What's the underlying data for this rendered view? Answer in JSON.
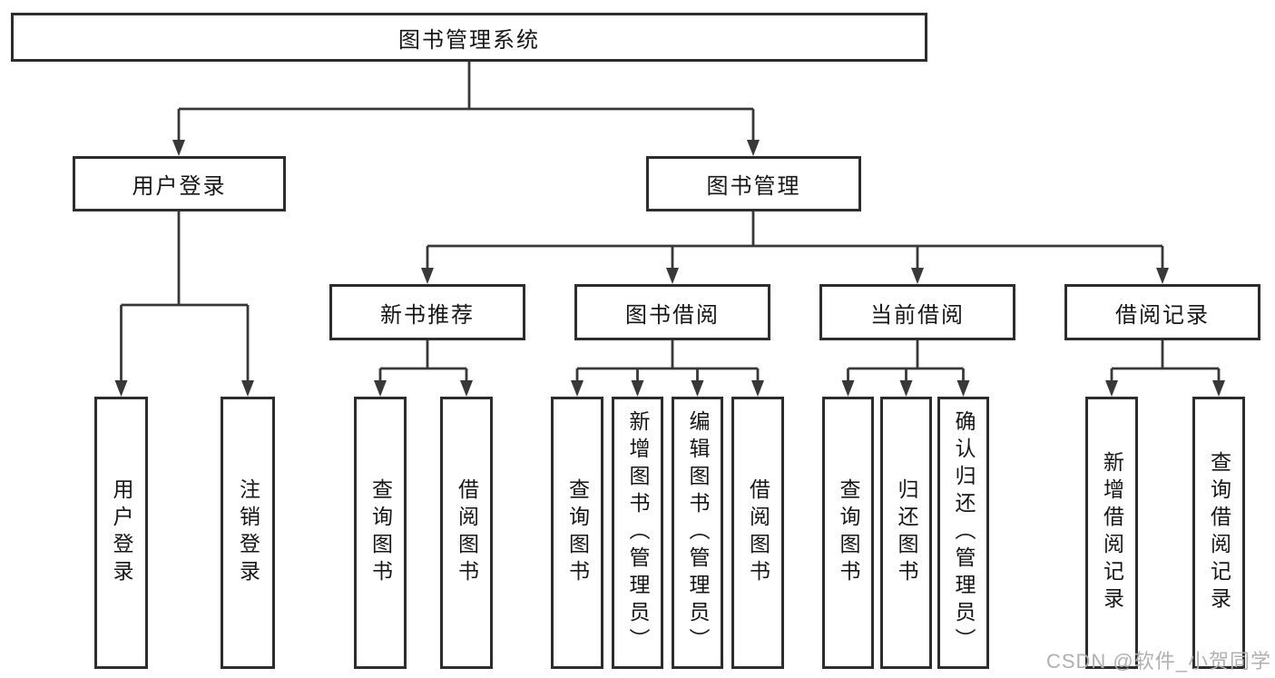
{
  "nodes": {
    "root": "图书管理系统",
    "user_login": "用户登录",
    "book_mgmt": "图书管理",
    "new_book_rec": "新书推荐",
    "book_borrow": "图书借阅",
    "current_borrow": "当前借阅",
    "borrow_records": "借阅记录",
    "leaf_user_login": "用户登录",
    "leaf_logout": "注销登录",
    "leaf_nb_query_book": "查询图书",
    "leaf_nb_borrow_book": "借阅图书",
    "leaf_bb_query_book": "查询图书",
    "leaf_bb_add_book": "新增图书（管理员）",
    "leaf_bb_edit_book": "编辑图书（管理员）",
    "leaf_bb_borrow_book": "借阅图书",
    "leaf_cb_query_book": "查询图书",
    "leaf_cb_return_book": "归还图书",
    "leaf_cb_confirm_return": "确认归还（管理员）",
    "leaf_br_add_record": "新增借阅记录",
    "leaf_br_query_record": "查询借阅记录"
  },
  "hierarchy": {
    "图书管理系统": [
      "用户登录",
      "图书管理"
    ],
    "用户登录": [
      "用户登录",
      "注销登录"
    ],
    "图书管理": [
      "新书推荐",
      "图书借阅",
      "当前借阅",
      "借阅记录"
    ],
    "新书推荐": [
      "查询图书",
      "借阅图书"
    ],
    "图书借阅": [
      "查询图书",
      "新增图书（管理员）",
      "编辑图书（管理员）",
      "借阅图书"
    ],
    "当前借阅": [
      "查询图书",
      "归还图书",
      "确认归还（管理员）"
    ],
    "借阅记录": [
      "新增借阅记录",
      "查询借阅记录"
    ]
  },
  "watermark": {
    "text": "CSDN @软件_小贺同学",
    "color": "#b0b0b0"
  },
  "colors": {
    "line": "#383838",
    "box_border": "#2d2d2d",
    "text": "#161616",
    "background": "#ffffff"
  }
}
